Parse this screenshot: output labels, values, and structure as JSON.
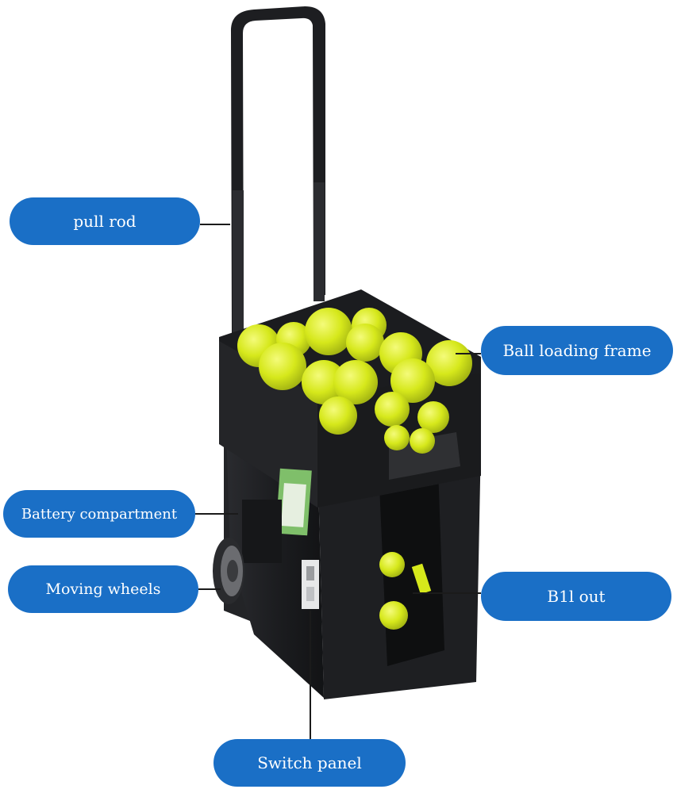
{
  "labels": {
    "pull_rod": "pull rod",
    "ball_loading_frame": "Ball loading frame",
    "battery_compartment": "Battery compartment",
    "moving_wheels": "Moving wheels",
    "ball_out": "B1l out",
    "switch_panel": "Switch panel"
  },
  "colors": {
    "label_bg": "#1a6fc6",
    "label_text": "#ffffff",
    "machine_body": "#1e1f22",
    "ball": "#d8ea1c"
  }
}
